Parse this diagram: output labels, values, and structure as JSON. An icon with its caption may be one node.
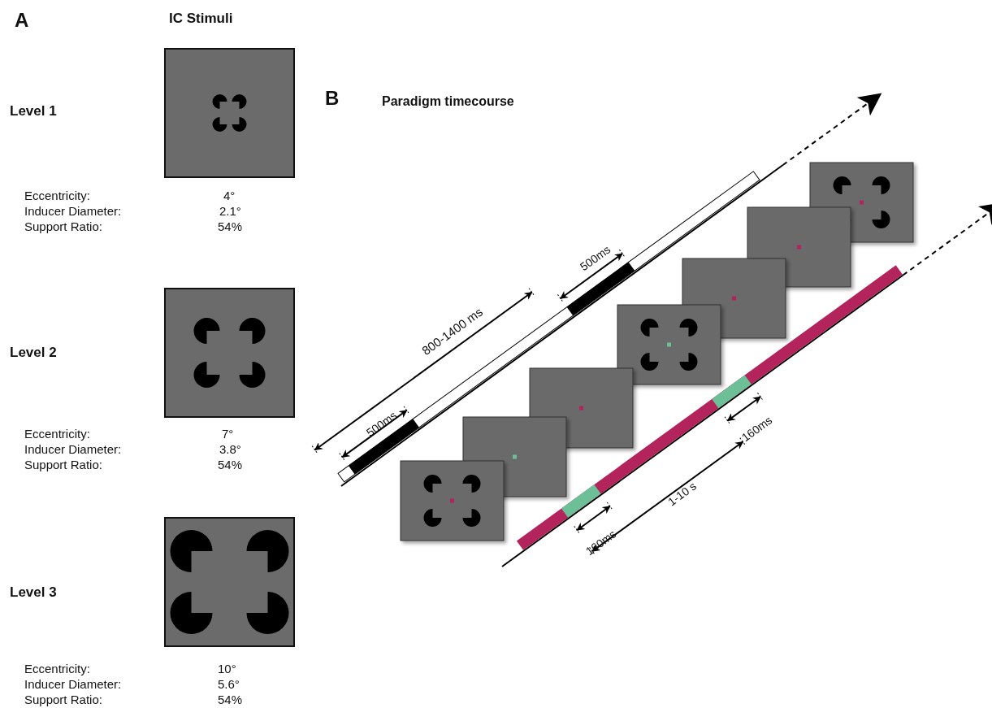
{
  "diagram": {
    "labels": [
      "A",
      "IC Stimuli",
      "Level 1",
      "Eccentricity:",
      "4°",
      "Inducer Diameter:",
      "2.1°",
      "Support Ratio:",
      "54%",
      "Level 2",
      "Eccentricity:",
      "7°",
      "Inducer Diameter:",
      "3.8°",
      "Support Ratio:",
      "54%",
      "Level 3",
      "Eccentricity:",
      "10°",
      "Inducer Diameter:",
      "5.6°",
      "Support Ratio:",
      "54%",
      "B",
      "Paradigm timecourse",
      "800-1400 ms",
      "500ms",
      "500ms",
      "160ms",
      "160ms",
      "1-10 s"
    ]
  }
}
